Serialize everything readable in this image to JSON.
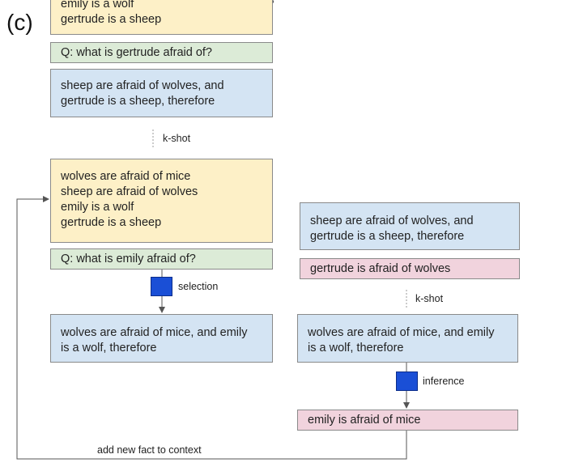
{
  "panel_label": "(c)",
  "left": {
    "example_context": [
      "emily is a wolf",
      "gertrude is a sheep"
    ],
    "example_question": "Q: what is gertrude afraid of?",
    "example_reasoning": [
      "sheep are afraid of wolves, and",
      "gertrude is a sheep, therefore"
    ],
    "kshot_label": "k-shot",
    "context": [
      "wolves are afraid of mice",
      "sheep are afraid of wolves",
      "emily is a wolf",
      "gertrude is a sheep"
    ],
    "question": "Q: what is emily afraid of?",
    "selection_label": "selection",
    "selection_output": [
      "wolves are afraid of mice, and emily",
      "is a wolf, therefore"
    ]
  },
  "right": {
    "example_reasoning": [
      "sheep are afraid of wolves, and",
      "gertrude is a sheep, therefore"
    ],
    "example_answer": "gertrude is afraid of wolves",
    "kshot_label": "k-shot",
    "inference_input": [
      "wolves are afraid of mice, and emily",
      "is a wolf, therefore"
    ],
    "inference_label": "inference",
    "inference_output": "emily is afraid of mice"
  },
  "loop_label": "add new fact to context",
  "colors": {
    "context": "#fdf0c7",
    "question": "#dcebd7",
    "reasoning": "#d4e4f3",
    "answer": "#f1d3dd",
    "step_block": "#1a4fd6"
  }
}
